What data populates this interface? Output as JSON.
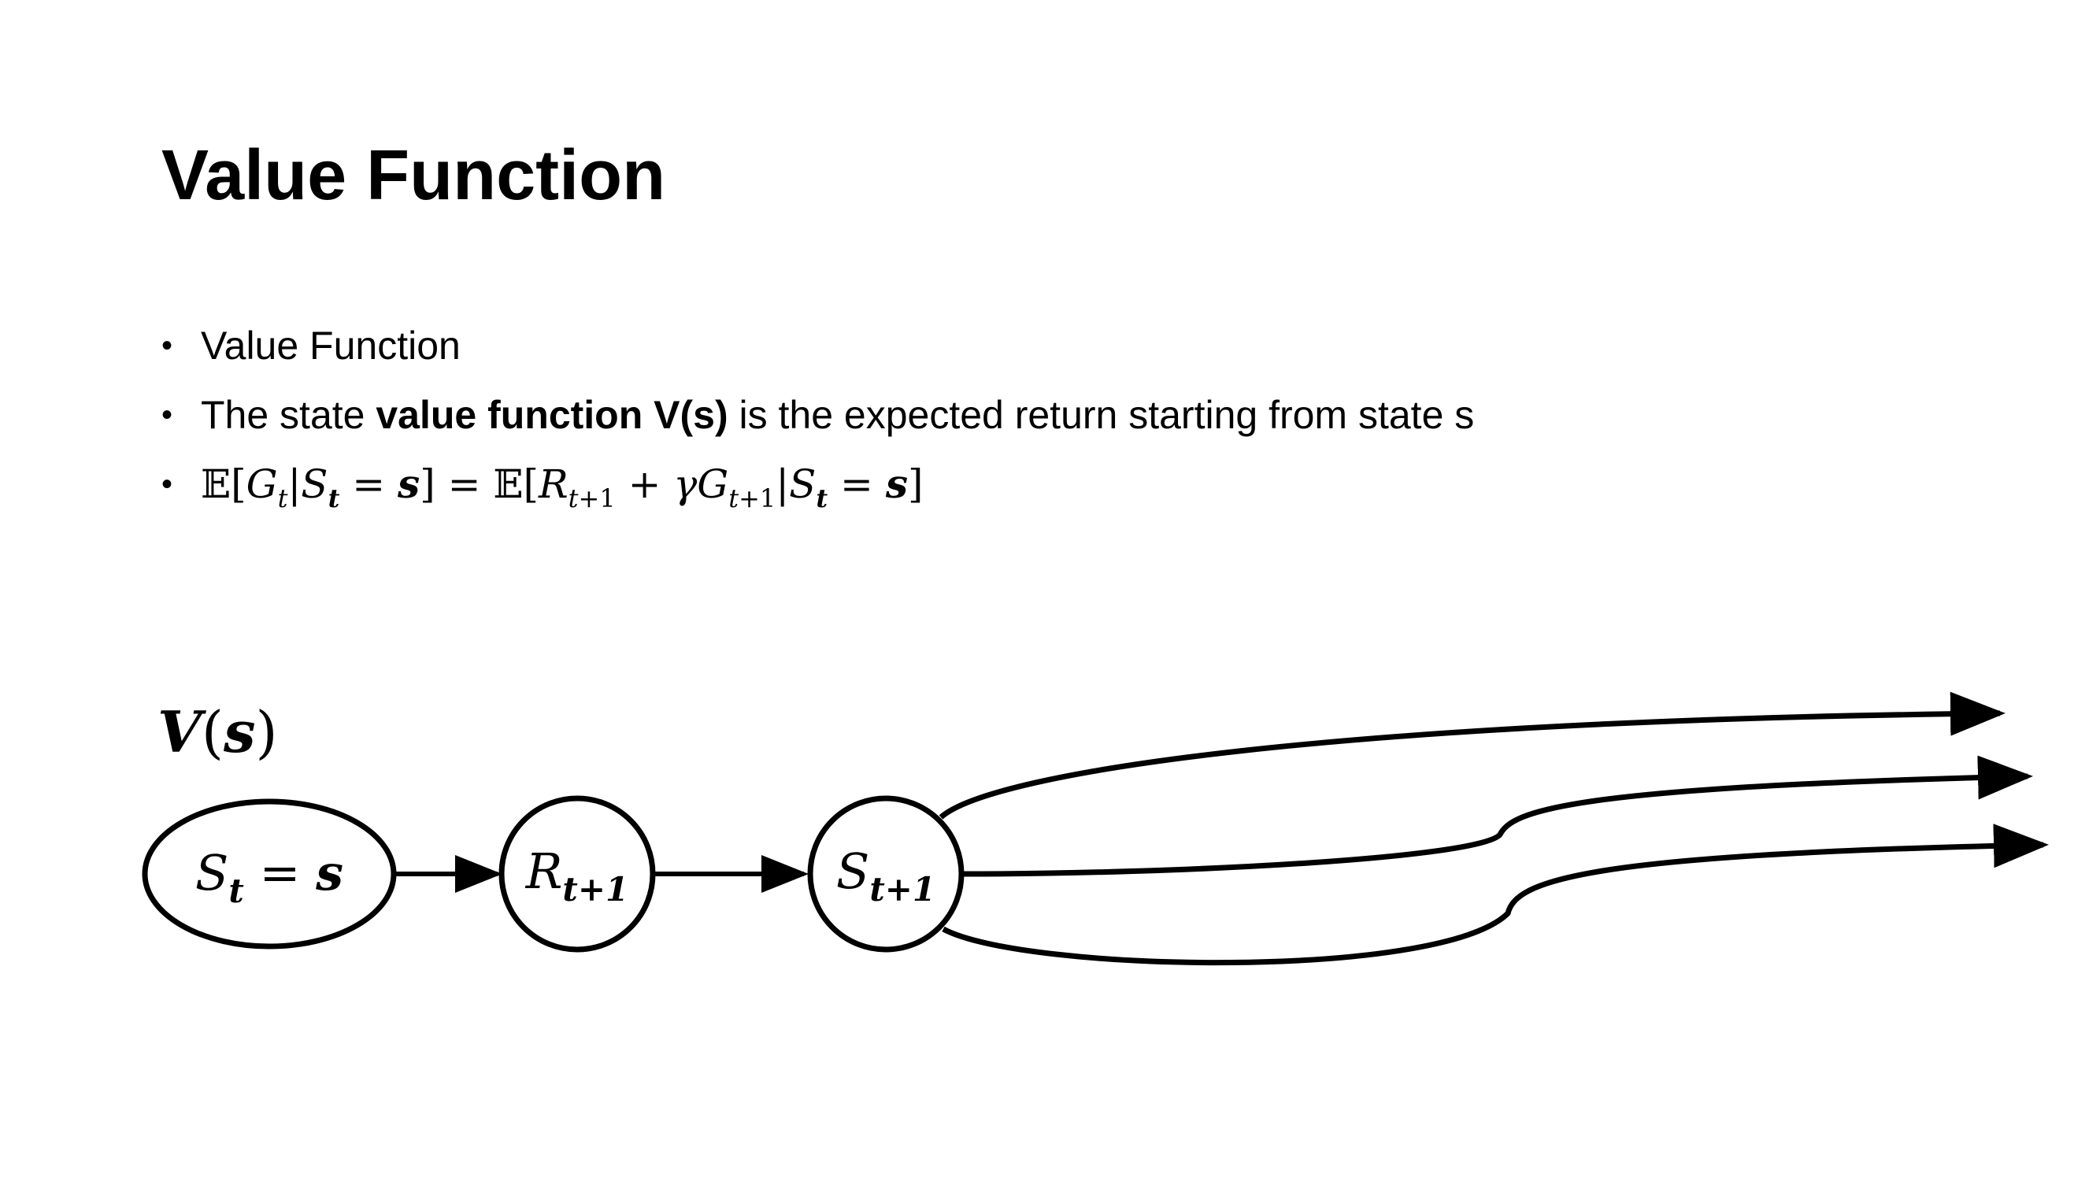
{
  "slide": {
    "title": "Value Function",
    "bullets": [
      {
        "text": "Value Function"
      },
      {
        "pre": "The state ",
        "bold": "value function V(s)",
        "post": " is the expected return starting from state s"
      },
      {
        "equation": "𝔼[Gt|St = s] = 𝔼[Rt+1 + γGt+1|St = s]"
      }
    ]
  },
  "diagram": {
    "label": "V(s)",
    "nodes": [
      {
        "id": "state-current",
        "base": "S",
        "sub": "t",
        "rhs": " = s"
      },
      {
        "id": "reward-next",
        "base": "R",
        "sub": "t+1"
      },
      {
        "id": "state-next",
        "base": "S",
        "sub": "t+1"
      }
    ]
  }
}
